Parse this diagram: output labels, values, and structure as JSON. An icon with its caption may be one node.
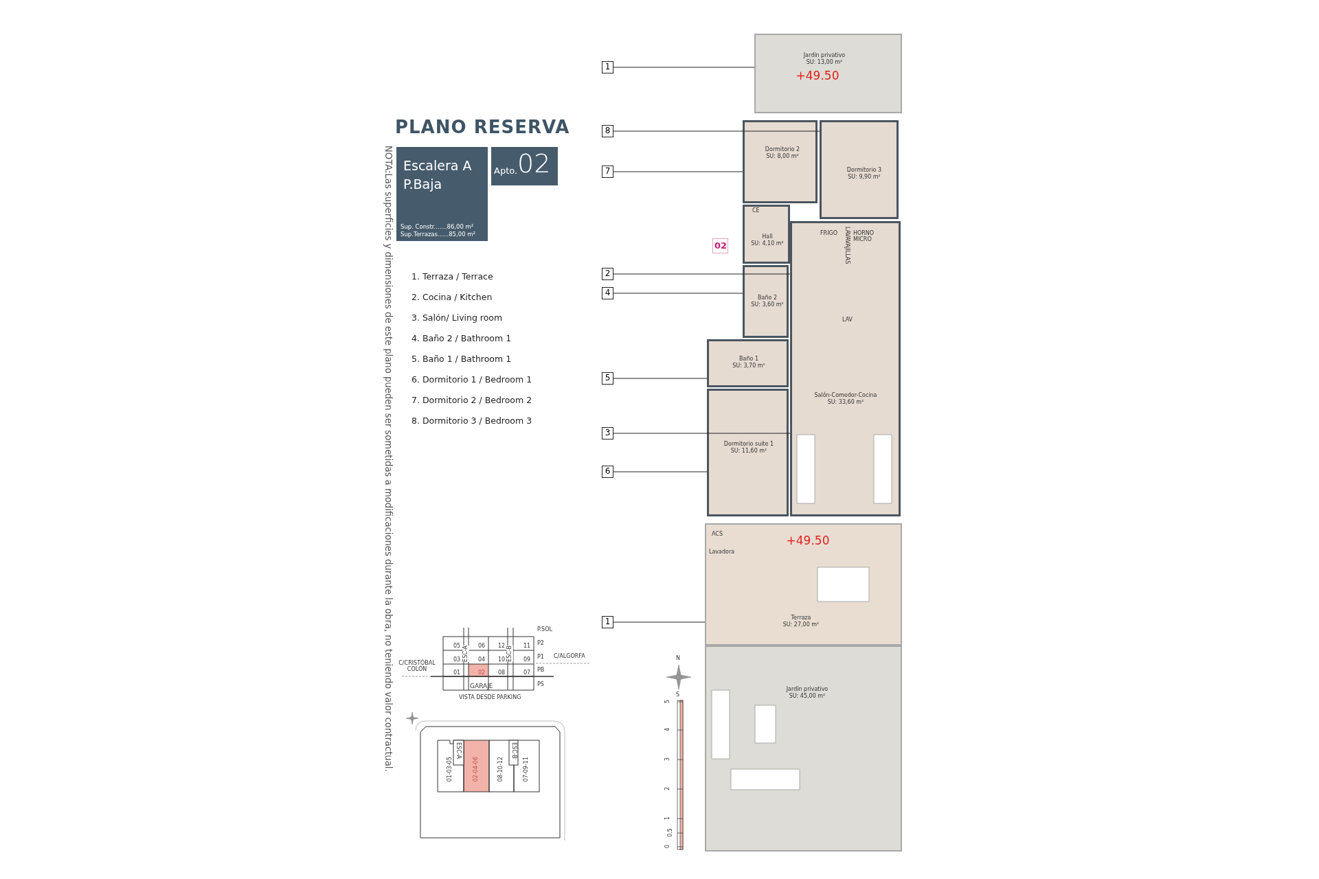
{
  "diagram": {
    "title": "PLANO RESERVA",
    "nodes": [
      {
        "text": [
          "Escalera A P.Baja",
          "Sup. Constr.......86,00 m²",
          "Sup.Terrazas......85,00 m²"
        ]
      },
      {
        "text": [
          "Apto.",
          "02"
        ]
      },
      {
        "text": [
          "Jardín privativo",
          "SU: 13,00 m²",
          "+49.50"
        ]
      },
      {
        "text": [
          "Dormitorio 2",
          "SU: 8,00 m²"
        ]
      },
      {
        "text": [
          "Dormitorio 3",
          "SU: 9,90 m²"
        ]
      },
      {
        "text": [
          "Hall",
          "SU: 4,10 m²"
        ]
      },
      {
        "text": [
          "Baño 2",
          "SU: 3,60 m²"
        ]
      },
      {
        "text": [
          "Baño 1",
          "SU: 3,70 m²"
        ]
      },
      {
        "text": [
          "Salón-Comedor-Cocina",
          "SU: 33,60 m²"
        ]
      },
      {
        "text": [
          "Dormitorio suite 1",
          "SU: 11,60 m²"
        ]
      },
      {
        "text": [
          "+49.50",
          "Terraza",
          "SU: 27,00 m²"
        ]
      },
      {
        "text": [
          "Jardín privativo",
          "SU: 45,00 m²"
        ]
      },
      {
        "text": [
          "02"
        ]
      },
      {
        "text": [
          "1"
        ]
      },
      {
        "text": [
          "8"
        ]
      },
      {
        "text": [
          "7"
        ]
      },
      {
        "text": [
          "2"
        ]
      },
      {
        "text": [
          "4"
        ]
      },
      {
        "text": [
          "5"
        ]
      },
      {
        "text": [
          "3"
        ]
      },
      {
        "text": [
          "6"
        ]
      },
      {
        "text": [
          "1"
        ]
      }
    ],
    "edges": [
      {
        "from": 13,
        "to": 2,
        "arrow": "none"
      },
      {
        "from": 14,
        "to": 4,
        "arrow": "none"
      },
      {
        "from": 15,
        "to": 3,
        "arrow": "none"
      },
      {
        "from": 16,
        "to": 8,
        "arrow": "none"
      },
      {
        "from": 17,
        "to": 6,
        "arrow": "none"
      },
      {
        "from": 18,
        "to": 7,
        "arrow": "none"
      },
      {
        "from": 19,
        "to": 8,
        "arrow": "none"
      },
      {
        "from": 20,
        "to": 9,
        "arrow": "none"
      },
      {
        "from": 21,
        "to": 10,
        "arrow": "none"
      }
    ],
    "labels": [
      "NOTA:Las superficies y dimensiones de este plano pueden ser sometidas a modificaciones durante la obra, no teniendo valor contractual.",
      "1. Terraza / Terrace",
      "2. Cocina / Kitchen",
      "3. Salón/ Living room",
      "4. Baño 2 / Bathroom 1",
      "5. Baño 1 / Bathroom 1",
      "6. Dormitorio 1 / Bedroom 1",
      "7. Dormitorio 2 / Bedroom 2",
      "8. Dormitorio 3 / Bedroom 3",
      "CE",
      "FRIGO",
      "LAVAVAJILLAS",
      "HORNO MICRO",
      "LAV",
      "ACS",
      "Lavadora",
      "N",
      "S",
      "5",
      "4",
      "3",
      "2",
      "1",
      "0.5",
      "0",
      "P.SOL",
      "05",
      "06",
      "12",
      "11",
      "P2",
      "03",
      "ESC-A",
      "04",
      "10",
      "ESC-B",
      "09",
      "P1",
      "C/CRISTÓBAL COLÓN",
      "01",
      "02",
      "08",
      "07",
      "PB",
      "C/ALGORFA",
      "GARAJE",
      "PS",
      "VISTA DESDE PARKING",
      "ESC-A",
      "01-03-05",
      "02-04-06",
      "08-10-12",
      "ESC-B",
      "07-09-11"
    ]
  }
}
